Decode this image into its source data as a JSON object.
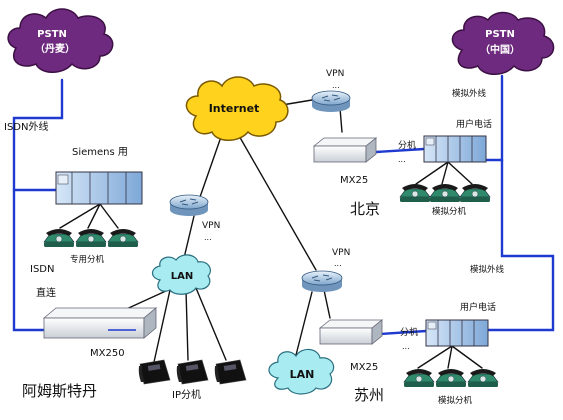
{
  "clouds": {
    "pstn_left": "PSTN",
    "pstn_left_sub": "（丹麦）",
    "pstn_right": "PSTN",
    "pstn_right_sub": "（中国）",
    "internet": "Internet",
    "lan_left": "LAN",
    "lan_bottom": "LAN"
  },
  "labels": {
    "isdn_external": "ISDN外线",
    "siemens": "Siemens 用",
    "dedicated_ext": "专用分机",
    "isdn": "ISDN",
    "direct": "直连",
    "mx250": "MX250",
    "amsterdam": "阿姆斯特丹",
    "ip_ext": "IP分机",
    "vpn_top": "VPN",
    "vpn_mid_left": "VPN",
    "vpn_mid_right": "VPN",
    "dots": "...",
    "mx25_beijing": "MX25",
    "beijing": "北京",
    "fenji_beijing": "分机",
    "user_phone_beijing": "用户电话",
    "analog_ext_beijing": "模拟分机",
    "analog_line_top": "模拟外线",
    "analog_line_mid": "模拟外线",
    "mx25_suzhou": "MX25",
    "suzhou": "苏州",
    "fenji_suzhou": "分机",
    "user_phone_suzhou": "用户电话",
    "analog_ext_suzhou": "模拟分机"
  },
  "colors": {
    "cloud_purple": "#6e2a7e",
    "cloud_yellow": "#ffd21e",
    "lan_cyan": "#a8ecf2",
    "line_blue": "#1e3ad0",
    "pbx_blue": "#a9c9ec",
    "router_blue": "#b9d3ea",
    "phone_green": "#2f8a6c"
  }
}
